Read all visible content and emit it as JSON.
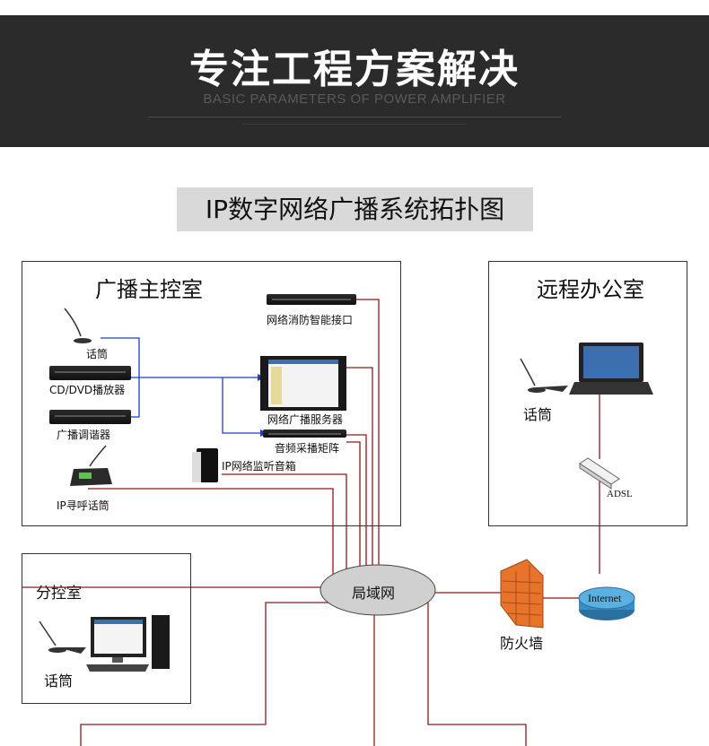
{
  "banner": {
    "title": "专注工程方案解决",
    "subtitle": "BASIC PARAMETERS OF POWER AMPLIFIER"
  },
  "section_title": "IP数字网络广播系统拓扑图",
  "rooms": {
    "main": "广播主控室",
    "remote": "远程办公室",
    "branch": "分控室"
  },
  "devices": {
    "mic_main": "话筒",
    "cd_dvd": "CD/DVD播放器",
    "tuner": "广播调谐器",
    "ip_paging_mic": "IP寻呼话筒",
    "fire_interface": "网络消防智能接口",
    "broadcast_server": "网络广播服务器",
    "audio_matrix": "音频采播矩阵",
    "monitor_speaker": "IP网络监听音箱",
    "mic_remote": "话筒",
    "adsl": "ADSL",
    "internet": "Internet",
    "lan": "局域网",
    "firewall": "防火墙",
    "mic_branch": "话筒"
  },
  "colors": {
    "banner_bg": "#2b2b2b",
    "network_line": "#8b1a1a",
    "audio_line": "#1f3fbf",
    "firewall": "#e8732a",
    "internet_disk": "#3a8fc8"
  }
}
